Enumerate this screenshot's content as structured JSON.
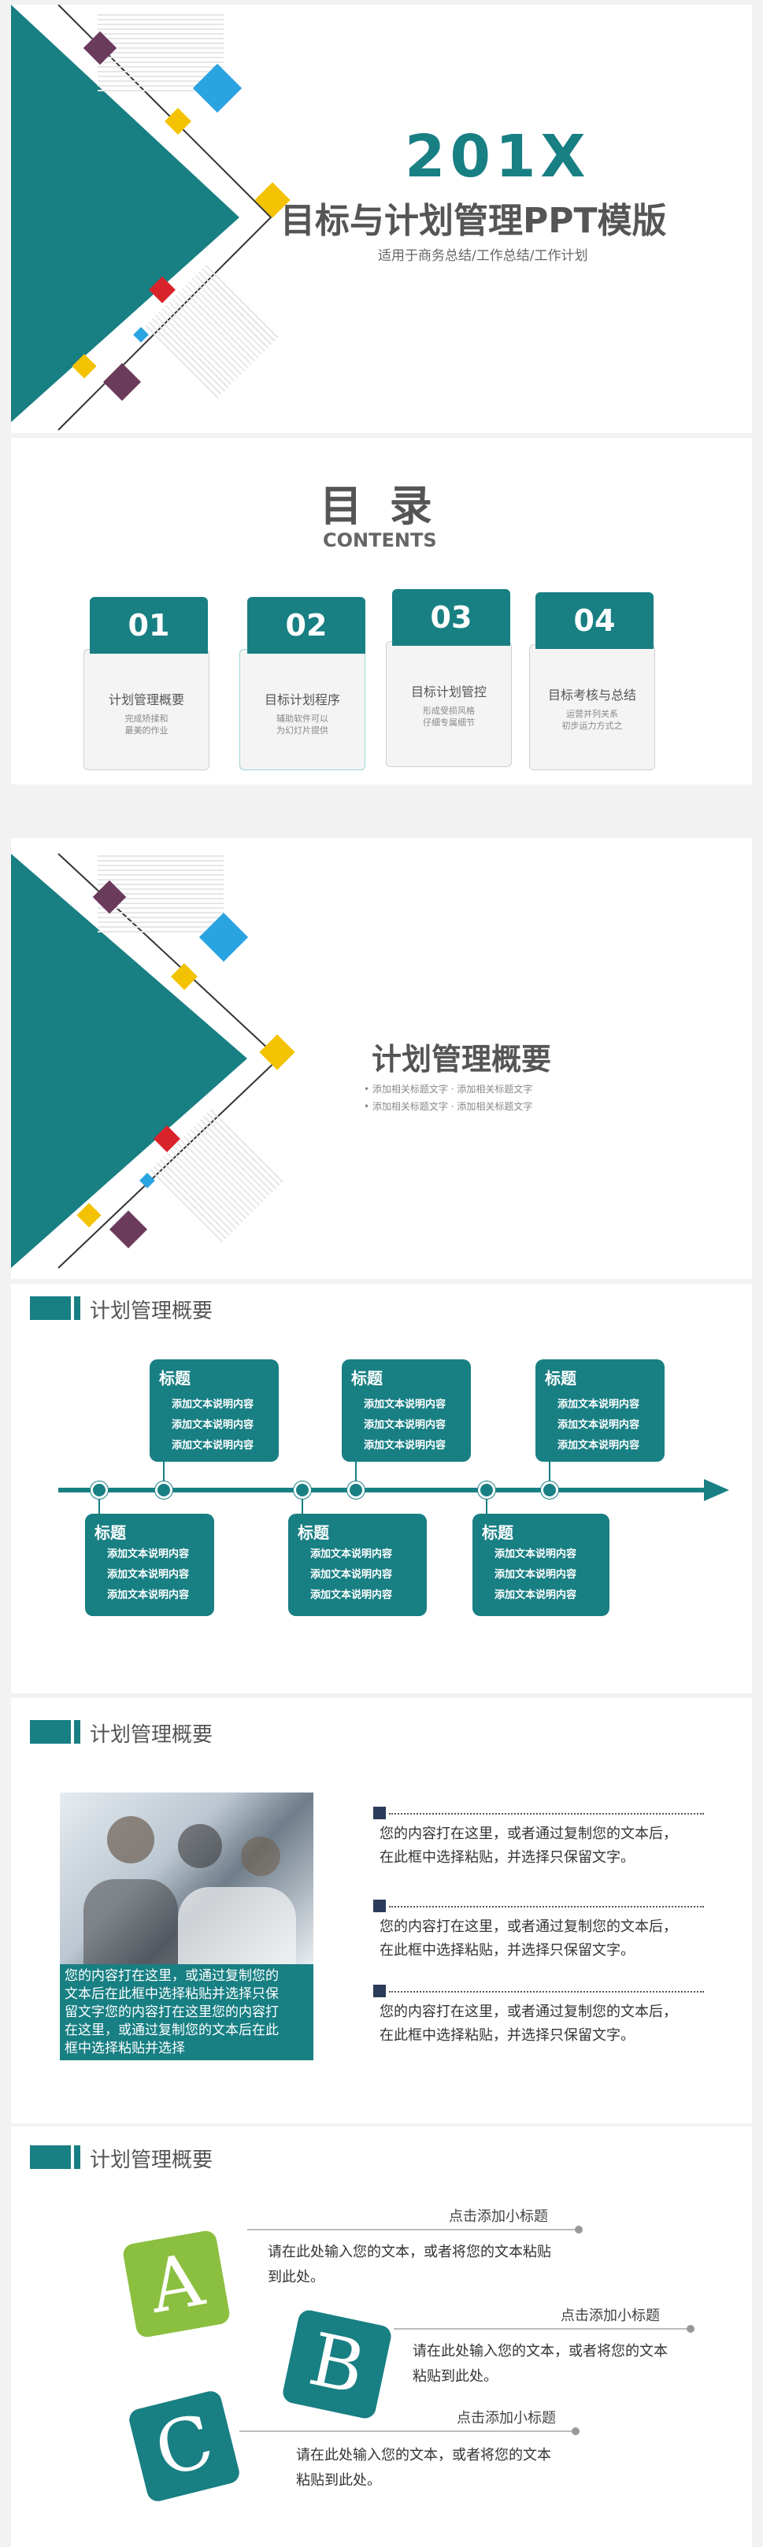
{
  "colors": {
    "teal": "#187f83",
    "navy": "#2b3b5a",
    "purple": "#6b3b5c",
    "blue": "#2aa4e0",
    "yellow": "#f3c200",
    "red": "#d9232b",
    "green": "#8bbf3f"
  },
  "cover": {
    "year": "201X",
    "title": "目标与计划管理PPT模版",
    "subtitle": "适用于商务总结/工作总结/工作计划"
  },
  "contents": {
    "heading": "目 录",
    "heading_en": "CONTENTS",
    "items": [
      {
        "num": "01",
        "title": "计划管理概要",
        "desc1": "完成矫揉和",
        "desc2": "最美的作业"
      },
      {
        "num": "02",
        "title": "目标计划程序",
        "desc1": "辅助软件可以",
        "desc2": "为幻灯片提供"
      },
      {
        "num": "03",
        "title": "目标计划管控",
        "desc1": "形成受损风格",
        "desc2": "仔细专属细节"
      },
      {
        "num": "04",
        "title": "目标考核与总结",
        "desc1": "运营并列关系",
        "desc2": "初步运力方式之"
      }
    ]
  },
  "section": {
    "title": "计划管理概要",
    "bullets": [
      [
        "添加相关标题文字",
        "添加相关标题文字"
      ],
      [
        "添加相关标题文字",
        "添加相关标题文字"
      ]
    ]
  },
  "timeline": {
    "header": "计划管理概要",
    "top": [
      {
        "title": "标题",
        "lines": [
          "添加文本说明内容",
          "添加文本说明内容",
          "添加文本说明内容"
        ]
      },
      {
        "title": "标题",
        "lines": [
          "添加文本说明内容",
          "添加文本说明内容",
          "添加文本说明内容"
        ]
      },
      {
        "title": "标题",
        "lines": [
          "添加文本说明内容",
          "添加文本说明内容",
          "添加文本说明内容"
        ]
      }
    ],
    "bottom": [
      {
        "title": "标题",
        "lines": [
          "添加文本说明内容",
          "添加文本说明内容",
          "添加文本说明内容"
        ]
      },
      {
        "title": "标题",
        "lines": [
          "添加文本说明内容",
          "添加文本说明内容",
          "添加文本说明内容"
        ]
      },
      {
        "title": "标题",
        "lines": [
          "添加文本说明内容",
          "添加文本说明内容",
          "添加文本说明内容"
        ]
      }
    ]
  },
  "photo": {
    "header": "计划管理概要",
    "caption": [
      "您的内容打在这里，或通过复制您的",
      "文本后在此框中选择粘贴并选择只保",
      "留文字您的内容打在这里您的内容打",
      "在这里，或通过复制您的文本后在此",
      "框中选择粘贴并选择"
    ],
    "items": [
      [
        "您的内容打在这里，或者通过复制您的文本后，",
        "在此框中选择粘贴，并选择只保留文字。"
      ],
      [
        "您的内容打在这里，或者通过复制您的文本后，",
        "在此框中选择粘贴，并选择只保留文字。"
      ],
      [
        "您的内容打在这里，或者通过复制您的文本后，",
        "在此框中选择粘贴，并选择只保留文字。"
      ]
    ]
  },
  "abc": {
    "header": "计划管理概要",
    "items": [
      {
        "letter": "A",
        "sub": "点击添加小标题",
        "text": [
          "请在此处输入您的文本，或者将您的文本粘贴",
          "到此处。"
        ]
      },
      {
        "letter": "B",
        "sub": "点击添加小标题",
        "text": [
          "请在此处输入您的文本，或者将您的文本",
          "粘贴到此处。"
        ]
      },
      {
        "letter": "C",
        "sub": "点击添加小标题",
        "text": [
          "请在此处输入您的文本，或者将您的文本",
          "粘贴到此处。"
        ]
      }
    ]
  }
}
